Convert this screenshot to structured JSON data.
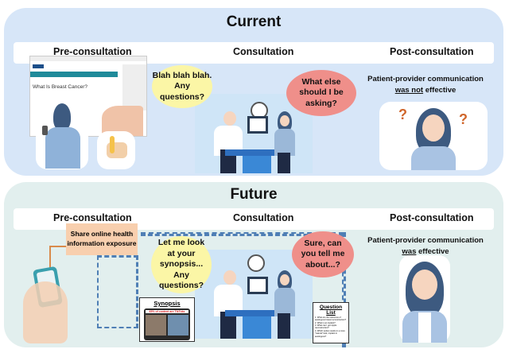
{
  "current": {
    "title": "Current",
    "stages": [
      "Pre-consultation",
      "Consultation",
      "Post-consultation"
    ],
    "browser_page_title": "What Is Breast Cancer?",
    "doctor_bubble": "Blah blah blah. Any questions?",
    "patient_bubble": "What else should I be asking?",
    "outcome_line1": "Patient-provider communication",
    "outcome_emph": "was not",
    "outcome_rest": "effective",
    "question_mark": "?"
  },
  "future": {
    "title": "Future",
    "stages": [
      "Pre-consultation",
      "Consultation",
      "Post-consultation"
    ],
    "share_box": "Share online health information exposure",
    "doctor_bubble": "Let me look at your synopsis... Any questions?",
    "patient_bubble": "Sure, can you tell me about...?",
    "synopsis_title": "Synopsis",
    "synopsis_banner": "65% of content are TikToks",
    "question_list_title": "Question List",
    "questions": [
      "1. What are the outcomes of autologous breast reconstruction?",
      "2. What is an implant?",
      "3. What can I get nipple reconstruction?",
      "4. Which option results in a more \"natural\" look, implant or autologous?"
    ],
    "outcome_line1": "Patient-provider communication",
    "outcome_emph": "was",
    "outcome_rest": "effective"
  }
}
